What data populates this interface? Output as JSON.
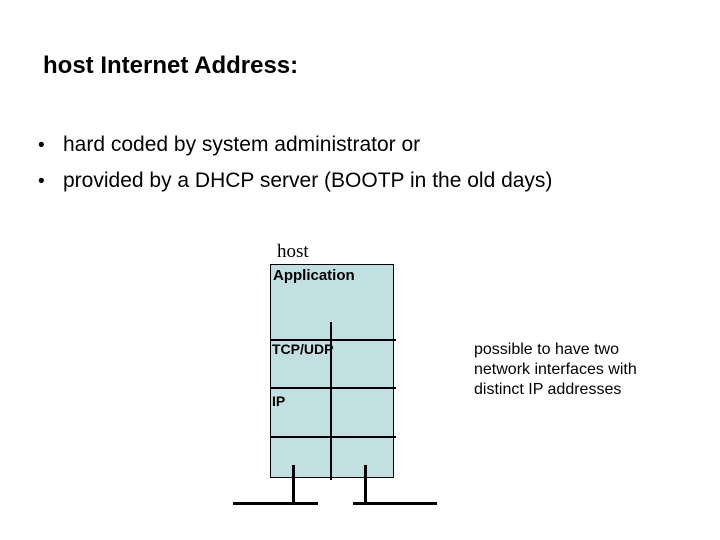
{
  "slide": {
    "title": "host Internet Address:",
    "bullet_char": "•",
    "bullets": [
      "hard coded by system administrator or",
      "provided by a DHCP server (BOOTP in the old days)"
    ],
    "diagram": {
      "host_label": "host",
      "layers": {
        "application": "Application",
        "transport": "TCP/UDP",
        "network": "IP"
      },
      "colors": {
        "box_fill": "#c2e0e2",
        "line": "#000000"
      }
    },
    "annotation": {
      "lines": [
        "possible to have two",
        "network interfaces with",
        "distinct IP addresses"
      ]
    }
  }
}
